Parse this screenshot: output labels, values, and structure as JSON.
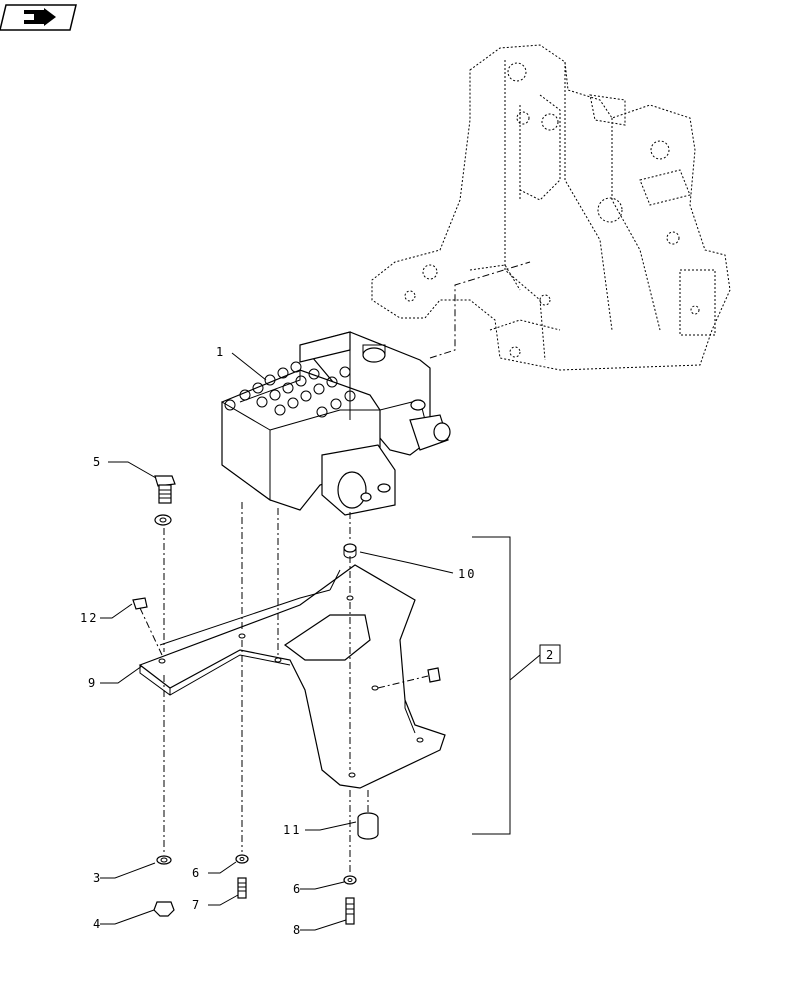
{
  "nav": {
    "icon": "back-arrow-icon"
  },
  "callouts": {
    "c1": "1",
    "c2": "2",
    "c3": "3",
    "c4": "4",
    "c5": "5",
    "c6a": "6",
    "c6b": "6",
    "c7": "7",
    "c8": "8",
    "c9": "9",
    "c10": "10",
    "c11": "11",
    "c12": "12"
  }
}
